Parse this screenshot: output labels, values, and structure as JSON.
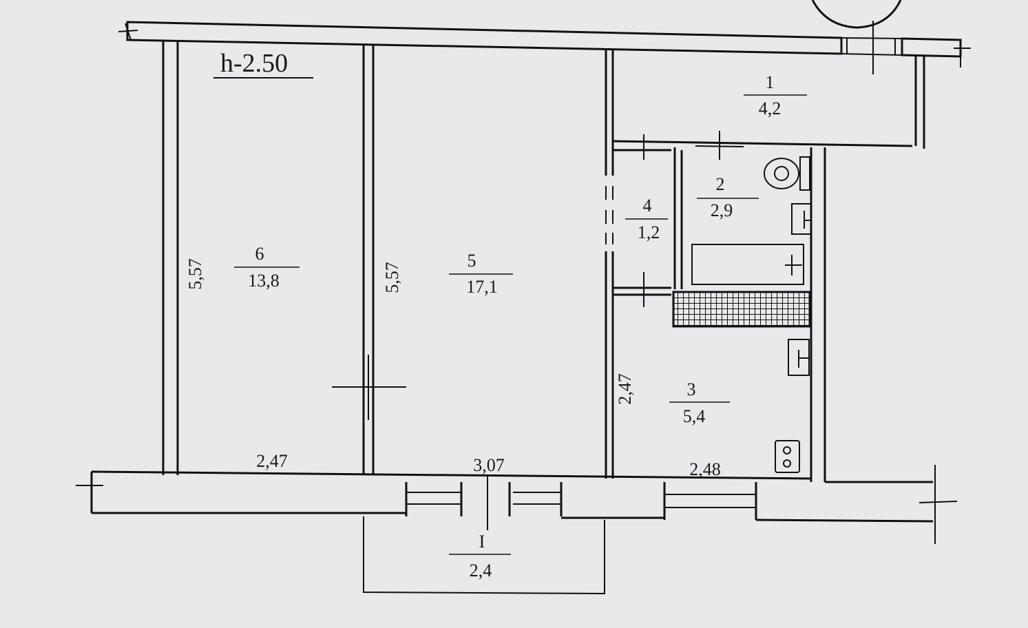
{
  "plan": {
    "height_label": "h-2.50",
    "rooms": [
      {
        "id": "1",
        "number": "1",
        "area": "4,2"
      },
      {
        "id": "2",
        "number": "2",
        "area": "2,9"
      },
      {
        "id": "3",
        "number": "3",
        "area": "5,4"
      },
      {
        "id": "4",
        "number": "4",
        "area": "1,2"
      },
      {
        "id": "5",
        "number": "5",
        "area": "17,1"
      },
      {
        "id": "6",
        "number": "6",
        "area": "13,8"
      },
      {
        "id": "balcony",
        "number": "I",
        "area": "2,4"
      }
    ],
    "dimensions": {
      "room6_length": "5,57",
      "room5_length": "5,57",
      "kitchen_length": "2,47",
      "room6_width": "2,47",
      "room5_width": "3,07",
      "kitchen_width": "2,48"
    },
    "colors": {
      "background": "#e9e8ea",
      "line": "#111111"
    }
  }
}
